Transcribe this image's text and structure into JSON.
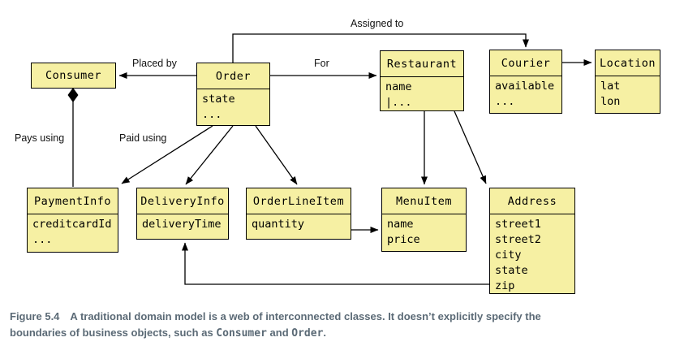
{
  "diagram": {
    "classes": [
      {
        "id": "consumer",
        "name": "Consumer",
        "attrs": []
      },
      {
        "id": "order",
        "name": "Order",
        "attrs": [
          "state",
          "..."
        ]
      },
      {
        "id": "restaurant",
        "name": "Restaurant",
        "attrs": [
          "name",
          "|..."
        ]
      },
      {
        "id": "courier",
        "name": "Courier",
        "attrs": [
          "available",
          "..."
        ]
      },
      {
        "id": "location",
        "name": "Location",
        "attrs": [
          "lat",
          "lon"
        ]
      },
      {
        "id": "paymentinfo",
        "name": "PaymentInfo",
        "attrs": [
          "creditcardId",
          "..."
        ]
      },
      {
        "id": "deliveryinfo",
        "name": "DeliveryInfo",
        "attrs": [
          "deliveryTime"
        ]
      },
      {
        "id": "orderlineitem",
        "name": "OrderLineItem",
        "attrs": [
          "quantity"
        ]
      },
      {
        "id": "menuitem",
        "name": "MenuItem",
        "attrs": [
          "name",
          "price"
        ]
      },
      {
        "id": "address",
        "name": "Address",
        "attrs": [
          "street1",
          "street2",
          "city",
          "state",
          "zip"
        ]
      }
    ],
    "labels": {
      "assigned_to": "Assigned to",
      "placed_by": "Placed by",
      "for": "For",
      "pays_using": "Pays using",
      "paid_using": "Paid using"
    },
    "colors": {
      "box_fill": "#F6F0A3",
      "box_border": "#000000",
      "connector": "#000000",
      "caption_text": "#5B6A76"
    }
  },
  "caption": {
    "figure_label": "Figure 5.4",
    "line1": "A traditional domain model is a web of interconnected classes. It doesn’t explicitly specify the",
    "line2_pre": "boundaries of business objects, such as ",
    "code1": "Consumer",
    "line2_mid": " and ",
    "code2": "Order",
    "line2_end": "."
  }
}
